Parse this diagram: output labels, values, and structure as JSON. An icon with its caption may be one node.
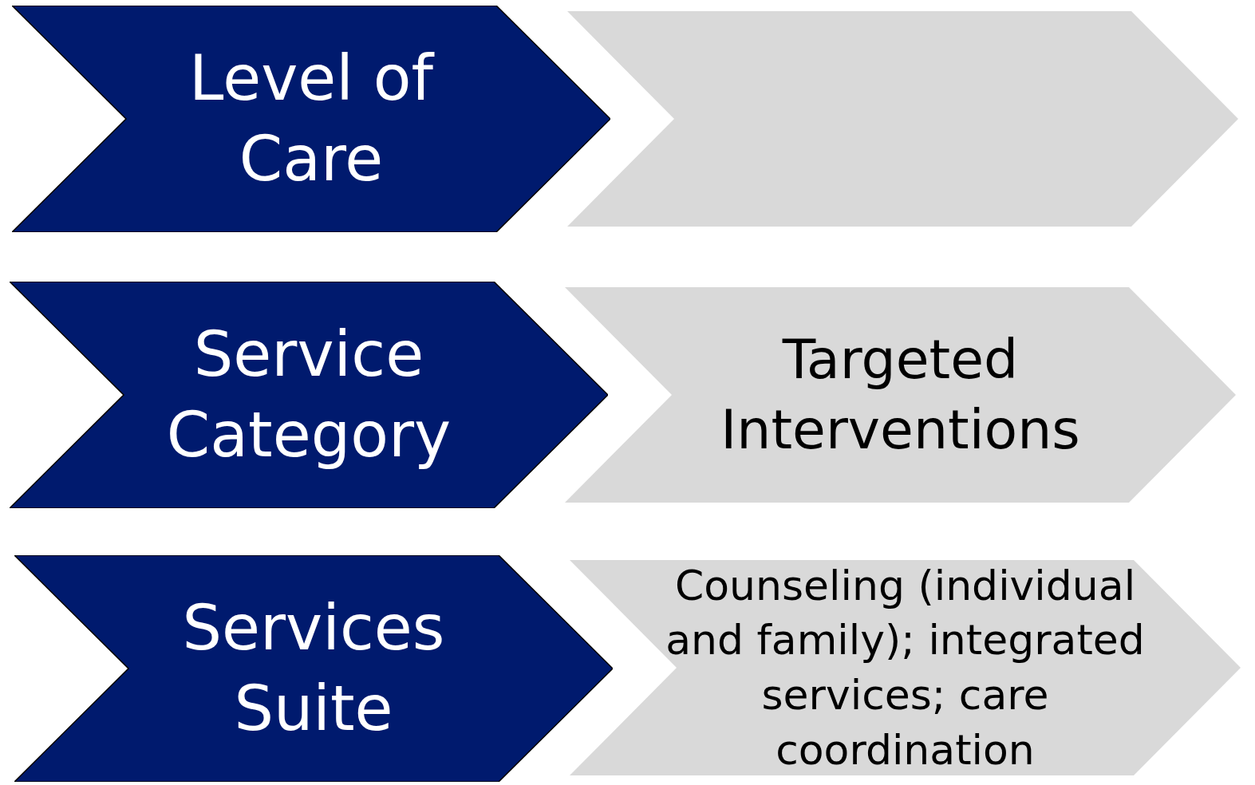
{
  "diagram": {
    "nodes": [
      {
        "text": [
          "Level of Care"
        ]
      },
      {
        "text": [],
        "shape": "chevron"
      },
      {
        "text": [
          "Service Category"
        ]
      },
      {
        "text": [
          "Targeted Interventions"
        ]
      },
      {
        "text": [
          "Services Suite"
        ]
      },
      {
        "text": [
          "Counseling (individual and family); integrated services; care coordination"
        ]
      }
    ]
  }
}
